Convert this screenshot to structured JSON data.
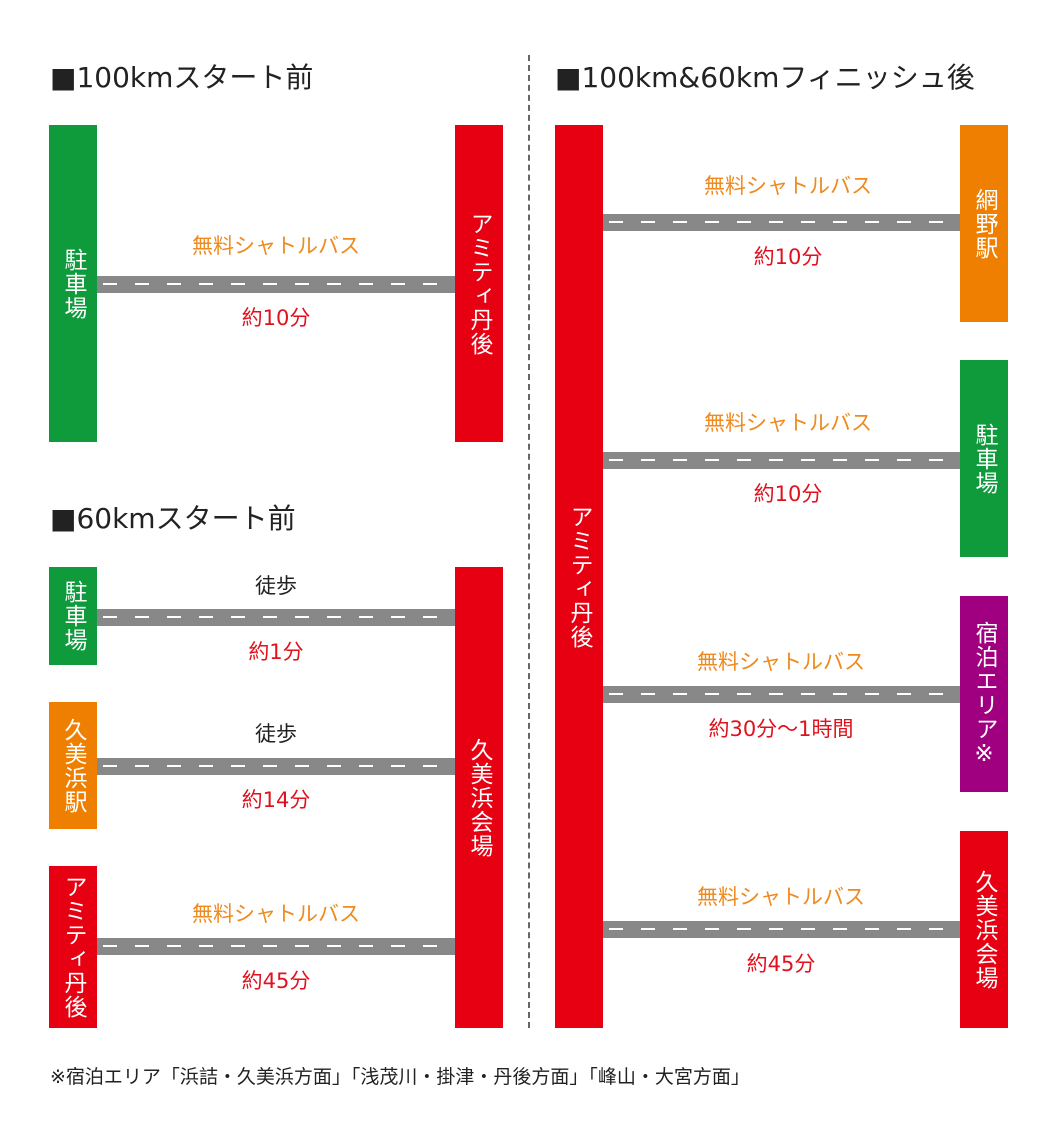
{
  "sections": {
    "s100": {
      "title": "■100kmスタート前",
      "from": "駐車場",
      "to": "アミティ丹後",
      "mode": "無料シャトルバス",
      "time": "約10分"
    },
    "s60": {
      "title": "■60kmスタート前",
      "to": "久美浜会場",
      "routes": [
        {
          "from": "駐車場",
          "mode": "徒歩",
          "time": "約1分"
        },
        {
          "from": "久美浜駅",
          "mode": "徒歩",
          "time": "約14分"
        },
        {
          "from": "アミティ丹後",
          "mode": "無料シャトルバス",
          "time": "約45分"
        }
      ]
    },
    "finish": {
      "title": "■100km&60kmフィニッシュ後",
      "from": "アミティ丹後",
      "routes": [
        {
          "to": "網野駅",
          "mode": "無料シャトルバス",
          "time": "約10分"
        },
        {
          "to": "駐車場",
          "mode": "無料シャトルバス",
          "time": "約10分"
        },
        {
          "to": "宿泊エリア※",
          "mode": "無料シャトルバス",
          "time": "約30分〜1時間"
        },
        {
          "to": "久美浜会場",
          "mode": "無料シャトルバス",
          "time": "約45分"
        }
      ]
    }
  },
  "footnote": "※宿泊エリア「浜詰・久美浜方面」「浅茂川・掛津・丹後方面」「峰山・大宮方面」",
  "colors": {
    "green": "#0f9a3c",
    "red": "#e60012",
    "orange": "#ee7f00",
    "purple": "#a0007f",
    "road": "#888888"
  }
}
